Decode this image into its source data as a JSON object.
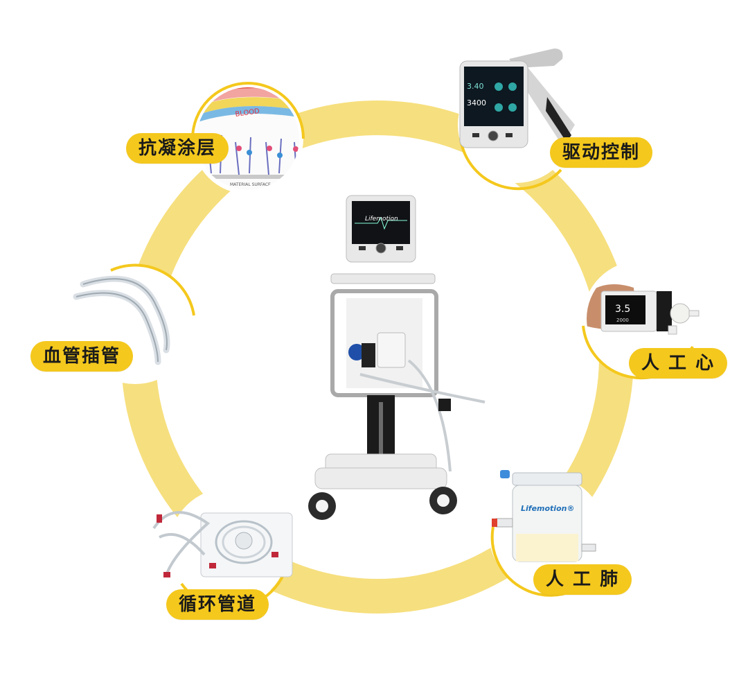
{
  "ring_color": "#f6df7e",
  "accent_color": "#f4c81d",
  "components": [
    {
      "id": "coating",
      "label": "抗凝涂层",
      "icon": "anticoagulant-coating-image"
    },
    {
      "id": "drive",
      "label": "驱动控制",
      "icon": "drive-controller-image"
    },
    {
      "id": "heart",
      "label": "人 工 心",
      "icon": "artificial-heart-pump-image"
    },
    {
      "id": "lung",
      "label": "人 工 肺",
      "icon": "oxygenator-image"
    },
    {
      "id": "circuit",
      "label": "循环管道",
      "icon": "tubing-circuit-image"
    },
    {
      "id": "cannula",
      "label": "血管插管",
      "icon": "cannula-image"
    }
  ],
  "center": {
    "brand": "Lifemotion",
    "icon": "ecmo-cart-image"
  },
  "coating_texts": {
    "blood": "BLOOD",
    "surface": "MATERIAL SURFACE"
  },
  "controller_readouts": {
    "flow": "3.40",
    "speed": "3400"
  },
  "heart_readouts": {
    "flow": "3.5",
    "speed": "2000"
  },
  "lung_brand": "Lifemotion®"
}
